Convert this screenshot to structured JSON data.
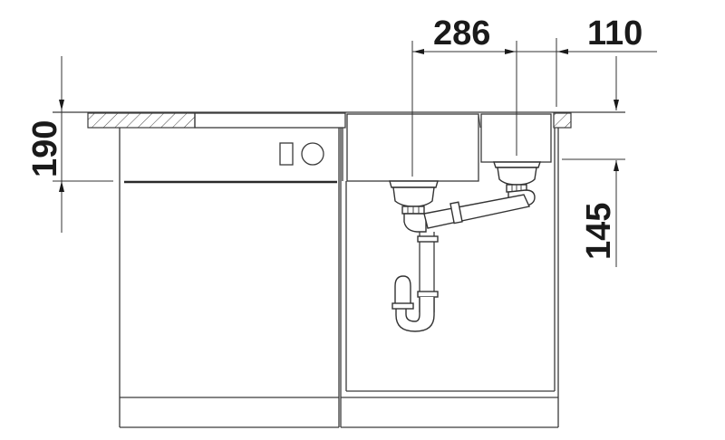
{
  "drawing": {
    "type": "technical dimension drawing",
    "subject": "double-bowl undermount kitchen sink with drain/siphon and base cabinet, adjacent dishwasher",
    "dimensions": {
      "bowl1_drain_to_bowl2_drain": {
        "value": "286",
        "unit": "mm",
        "orientation": "horizontal"
      },
      "bowl2_drain_to_edge": {
        "value": "110",
        "unit": "mm",
        "orientation": "horizontal"
      },
      "countertop_to_dishwasher_front": {
        "value": "190",
        "unit": "mm",
        "orientation": "vertical"
      },
      "countertop_to_small_bowl_bottom": {
        "value": "145",
        "unit": "mm",
        "orientation": "vertical"
      }
    },
    "components": [
      "countertop-section-hatched-left",
      "countertop-section-hatched-right",
      "dishwasher-panel",
      "dishwasher-controls",
      "main-bowl",
      "small-bowl",
      "main-drain-strainer",
      "small-drain-strainer",
      "overflow-connecting-pipe",
      "p-trap-siphon",
      "sink-base-cabinet",
      "plinth"
    ],
    "colors": {
      "line": "#3a3a3a",
      "text": "#1a1a1a",
      "background": "#ffffff"
    }
  }
}
